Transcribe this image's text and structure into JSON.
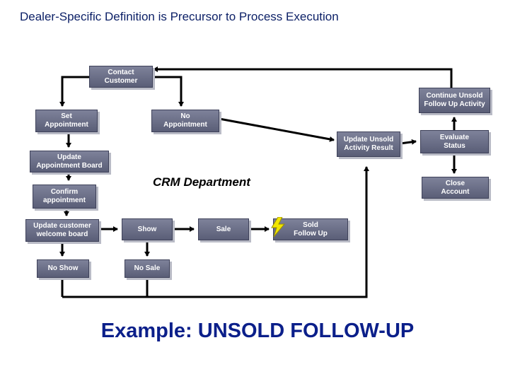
{
  "header": {
    "title": "Dealer-Specific Definition is Precursor to Process Execution"
  },
  "diagram": {
    "department_label": "CRM Department",
    "example_label": "Example: UNSOLD FOLLOW-UP",
    "nodes": {
      "contact_customer": "Contact\nCustomer",
      "set_appointment": "Set\nAppointment",
      "no_appointment": "No\nAppointment",
      "update_appointment_board": "Update\nAppointment Board",
      "confirm_appointment": "Confirm\nappointment",
      "update_welcome_board": "Update customer\nwelcome board",
      "no_show": "No Show",
      "show": "Show",
      "no_sale": "No Sale",
      "sale": "Sale",
      "sold_follow_up": "Sold\nFollow Up",
      "update_unsold_activity": "Update Unsold\nActivity Result",
      "continue_unsold_follow_up": "Continue Unsold\nFollow Up Activity",
      "evaluate_status": "Evaluate\nStatus",
      "close_account": "Close\nAccount"
    },
    "icons": {
      "sold_follow_up": "lightning-bolt-icon"
    },
    "colors": {
      "node_fill": "#6e7289",
      "title": "#0b1f66",
      "example": "#0b1f8a"
    }
  }
}
